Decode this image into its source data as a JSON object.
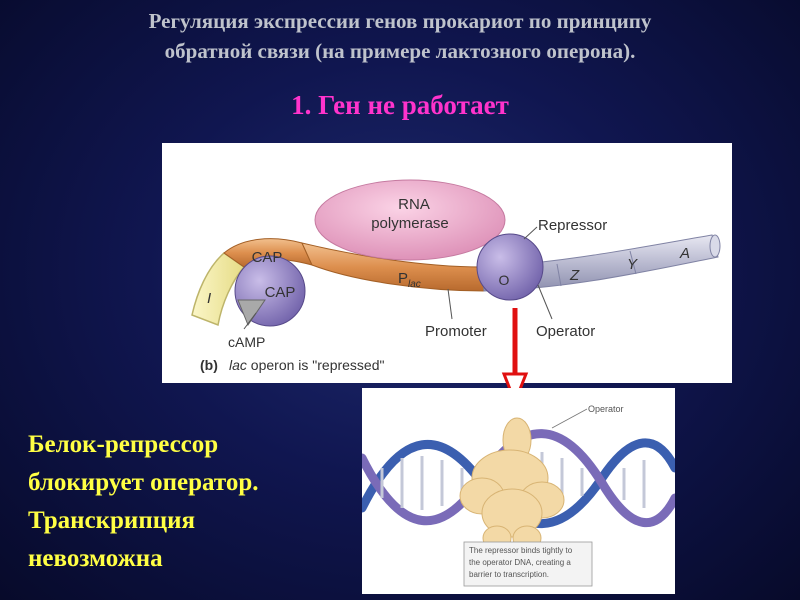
{
  "title": {
    "line1": "Регуляция экспрессии генов прокариот по принципу",
    "line2": "обратной связи (на примере лактозного оперона)."
  },
  "subtitle": "1. Ген не работает",
  "diagram_top": {
    "rna_polymerase_line1": "RNA",
    "rna_polymerase_line2": "polymerase",
    "repressor": "Repressor",
    "cap_upper": "CAP",
    "cap_circle": "CAP",
    "i_gene": "I",
    "camp": "cAMP",
    "plac_p": "P",
    "plac_sub": "lac",
    "operator_o": "O",
    "gene_z": "Z",
    "gene_y": "Y",
    "gene_a": "A",
    "promoter": "Promoter",
    "operator": "Operator",
    "caption_b": "(b)",
    "caption_lac": "lac",
    "caption_rest": " operon is \"repressed\""
  },
  "diagram_bottom": {
    "operator_label": "Operator",
    "note_line1": "The repressor binds tightly to",
    "note_line2": "the operator DNA, creating a",
    "note_line3": "barrier to transcription."
  },
  "side_text": {
    "line1": "Белок-репрессор",
    "line2": "блокирует оператор.",
    "line3": "Транскрипция",
    "line4": "невозможна"
  },
  "colors": {
    "title": "#bfc3cc",
    "subtitle": "#ff33cc",
    "side_text": "#ffff44",
    "arrow": "#e01010"
  }
}
